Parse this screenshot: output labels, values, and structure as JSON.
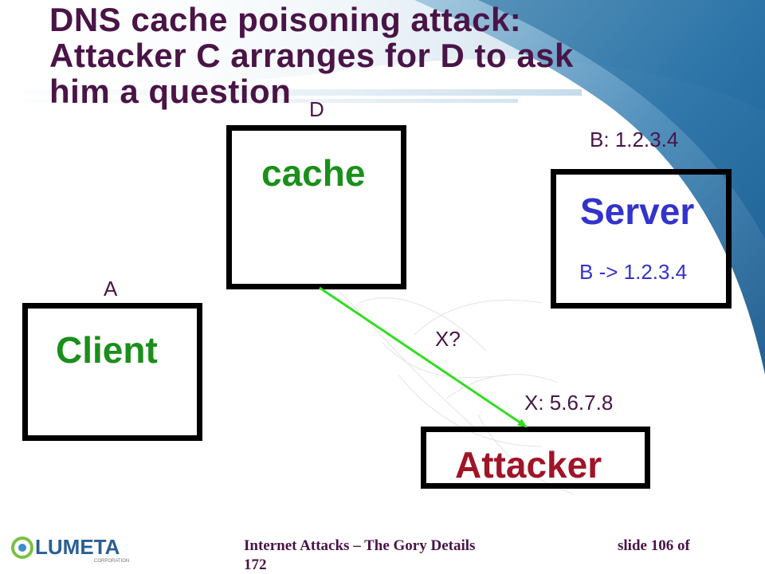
{
  "slide": {
    "title_lines": [
      "DNS cache poisoning attack:",
      "Attacker C arranges for D to ask",
      "him a question"
    ]
  },
  "diagram": {
    "labels": {
      "d": "D",
      "a": "A",
      "b_addr": "B: 1.2.3.4",
      "query": "X?",
      "x_addr": "X: 5.6.7.8"
    },
    "boxes": {
      "cache": "cache",
      "server": "Server",
      "server_record": "B -> 1.2.3.4",
      "client": "Client",
      "attacker": "Attacker"
    },
    "colors": {
      "title": "#4a1447",
      "cache_text": "#1a8f1a",
      "client_text": "#1a8f1a",
      "server_text": "#3333cc",
      "attacker_text": "#a01428",
      "arrow": "#33dd22"
    }
  },
  "footer": {
    "logo_text": "LUMETA",
    "logo_subtext": "CORPORATION",
    "presentation": "Internet Attacks – The Gory Details",
    "slide_number_line1": "slide 106 of",
    "slide_number_line2": "172"
  }
}
